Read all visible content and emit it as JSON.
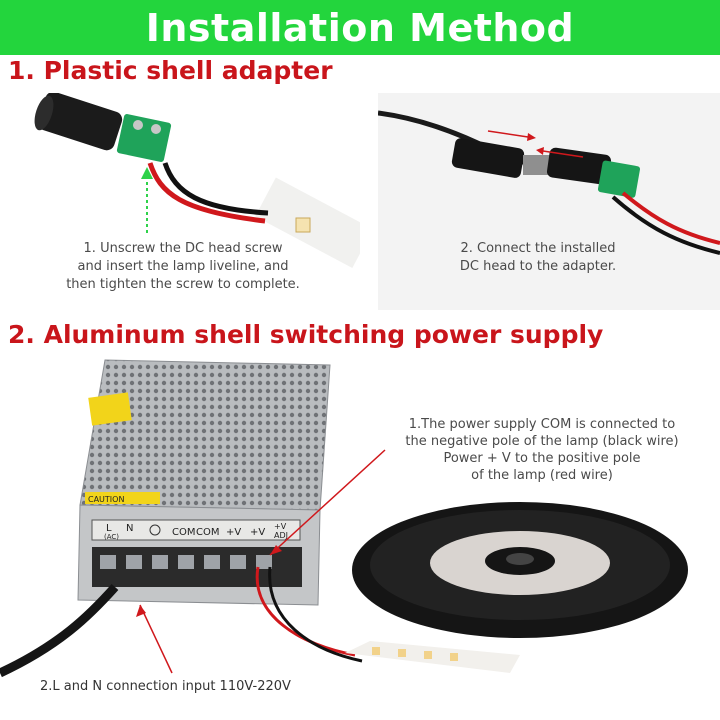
{
  "banner": {
    "title": "Installation Method"
  },
  "section1": {
    "title": "1. Plastic shell adapter",
    "step1_lines": [
      "1. Unscrew the DC head screw",
      "and insert the lamp liveline, and",
      "then tighten the screw to complete."
    ],
    "step2_lines": [
      "2. Connect the installed",
      "DC head to the adapter."
    ]
  },
  "section2": {
    "title": "2. Aluminum shell switching power supply",
    "note1_lines": [
      "1.The power supply COM is connected to",
      "the negative pole of the lamp (black wire)",
      "Power + V to the positive pole",
      "of the lamp (red wire)"
    ],
    "note2": "2.L and N connection input 110V-220V",
    "terminal_labels": [
      "L",
      "N",
      "(AC)",
      "COM",
      "COM",
      "+V",
      "+V",
      "+V",
      "ADJ"
    ],
    "caution_text": "CAUTION"
  },
  "colors": {
    "banner": "#23d53d",
    "title_red": "#c9151b",
    "terminal_green": "#1fa35a",
    "wire_red": "#d0181c"
  }
}
